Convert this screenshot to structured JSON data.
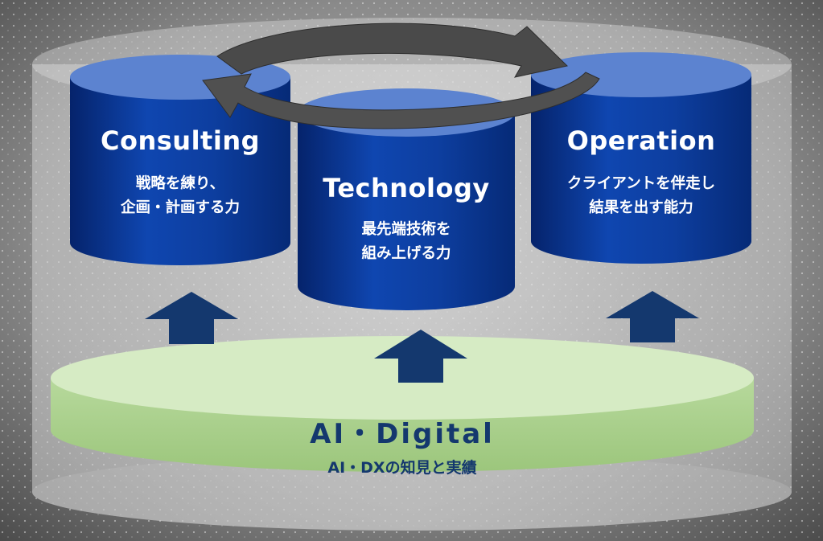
{
  "pillars": [
    {
      "id": "consulting",
      "title": "Consulting",
      "desc": [
        "戦略を練り、",
        "企画・計画する力"
      ]
    },
    {
      "id": "technology",
      "title": "Technology",
      "desc": [
        "最先端技術を",
        "組み上げる力"
      ]
    },
    {
      "id": "operation",
      "title": "Operation",
      "desc": [
        "クライアントを伴走し",
        "結果を出す能力"
      ]
    }
  ],
  "foundation": {
    "title": "AI・Digital",
    "desc": "AI・DXの知見と実績"
  },
  "colors": {
    "cylinder_top": "#5c83d0",
    "cylinder_body": "#0d3a9a",
    "cylinder_dark": "#05236b",
    "foundation_top": "#d6ebc4",
    "foundation_side": "#a9d18e",
    "arrow": "#14386e",
    "cycle_arrow": "#505050",
    "text_dark": "#14386e",
    "text_light": "#ffffff"
  },
  "icons": [
    "cycle-arrow-icon",
    "up-arrow-icon"
  ]
}
